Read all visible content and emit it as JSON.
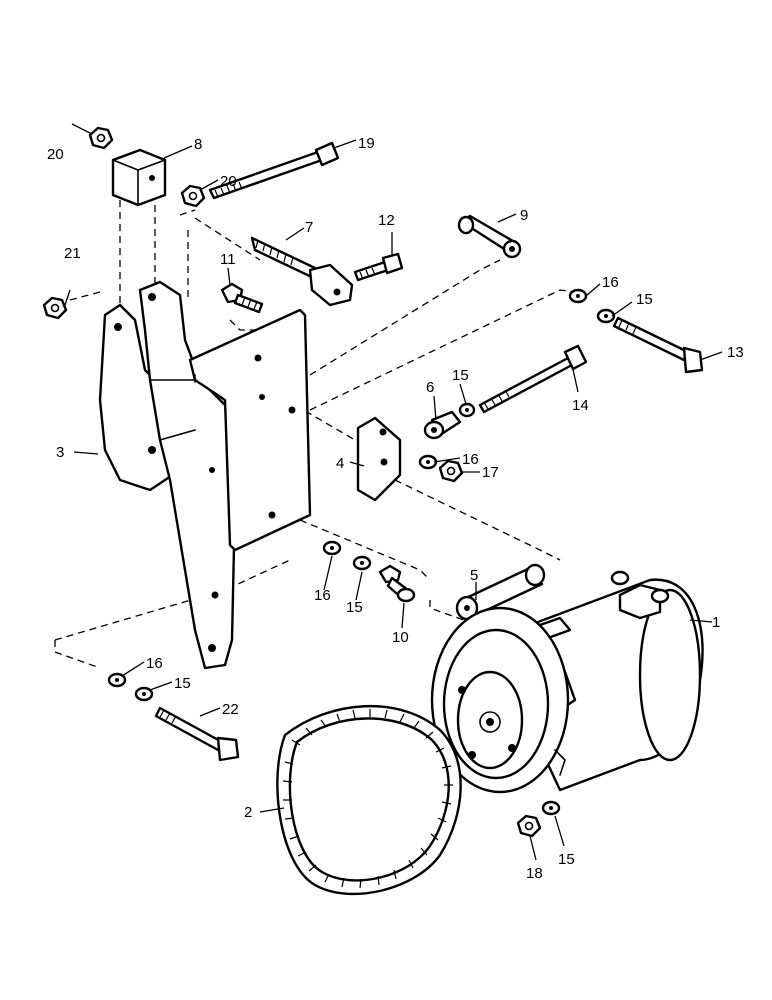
{
  "callouts": {
    "c1": "1",
    "c2": "2",
    "c3": "3",
    "c4": "4",
    "c5": "5",
    "c6": "6",
    "c7": "7",
    "c8": "8",
    "c9": "9",
    "c10": "10",
    "c11": "11",
    "c12": "12",
    "c13": "13",
    "c14": "14",
    "c15a": "15",
    "c15b": "15",
    "c15c": "15",
    "c15d": "15",
    "c15e": "15",
    "c16a": "16",
    "c16b": "16",
    "c16c": "16",
    "c16d": "16",
    "c17": "17",
    "c18": "18",
    "c19": "19",
    "c20a": "20",
    "c20b": "20",
    "c21": "21",
    "c22": "22"
  }
}
